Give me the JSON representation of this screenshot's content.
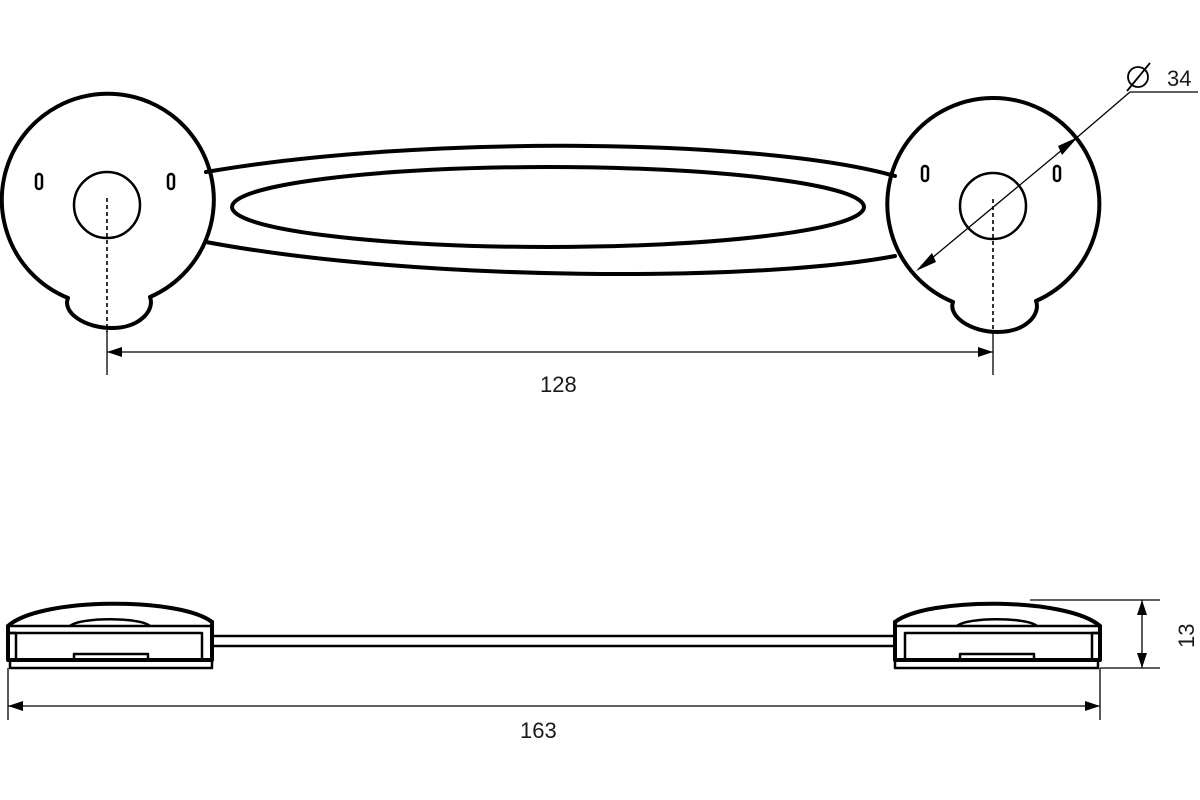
{
  "dimensions": {
    "hole_spacing": "128",
    "rosette_diameter_symbol": "∅",
    "rosette_diameter": "34",
    "overall_length": "163",
    "height": "13"
  }
}
